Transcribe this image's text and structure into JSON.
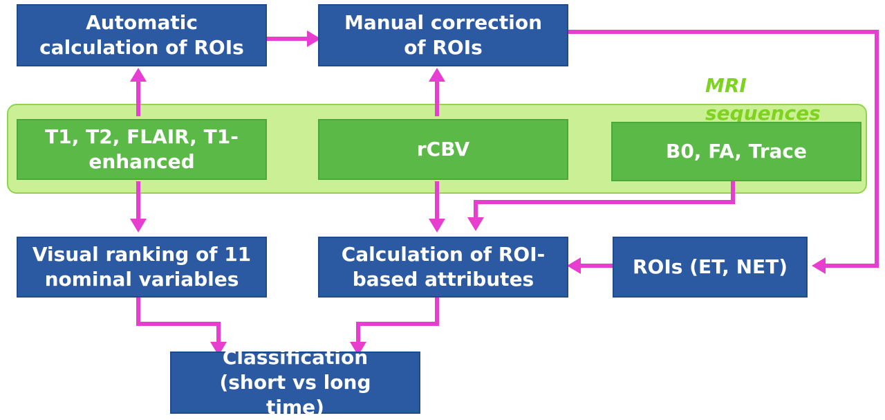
{
  "colors": {
    "box_blue": "#2b5aa2",
    "box_green": "#5bb947",
    "group_fill": "#cbef94",
    "group_label": "#7ed321",
    "arrow": "#e83ecf"
  },
  "group": {
    "label": "MRI sequences"
  },
  "boxes": {
    "auto_roi": "Automatic calculation of ROIs",
    "manual_roi": "Manual correction of ROIs",
    "t1_t2": "T1, T2, FLAIR, T1-enhanced",
    "rcbv": "rCBV",
    "b0_fa": "B0, FA, Trace",
    "visual_ranking": "Visual ranking of 11 nominal variables",
    "roi_attributes": "Calculation of ROI-based attributes",
    "rois_et_net": "ROIs (ET, NET)",
    "classification": "Classification  (short vs long time)"
  }
}
